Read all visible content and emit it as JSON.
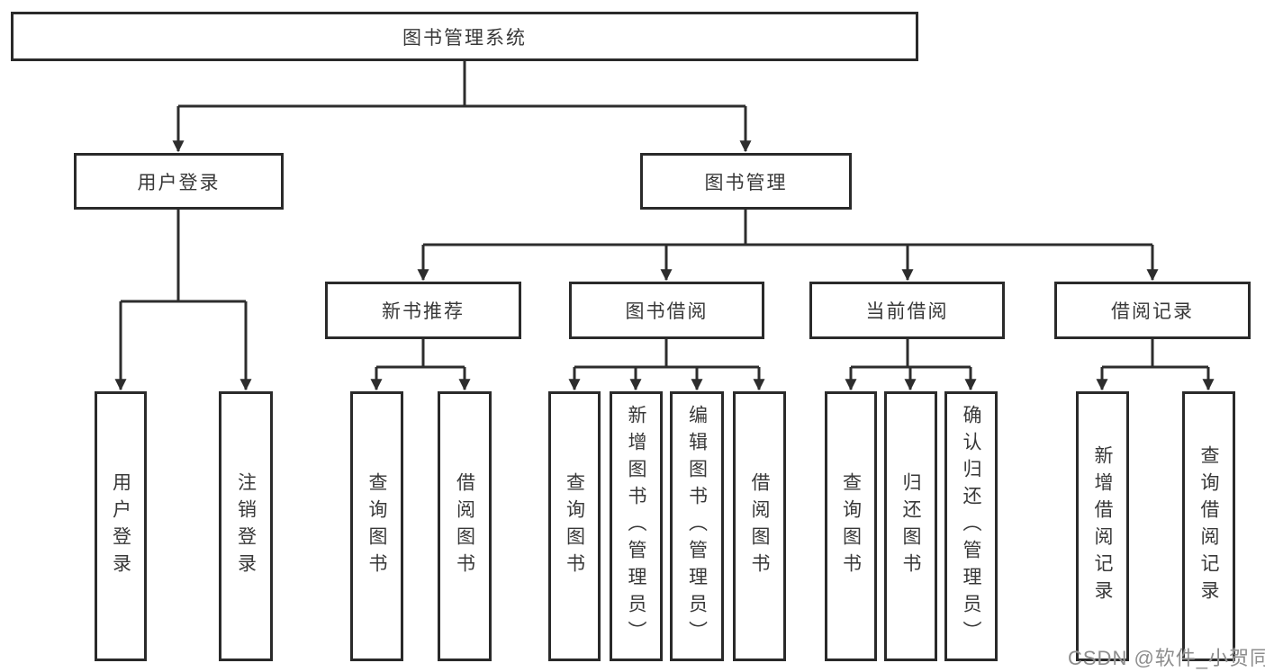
{
  "diagram": {
    "root": {
      "label": "图书管理系统"
    },
    "level2": [
      {
        "label": "用户登录",
        "children": [
          {
            "label": "用户登录"
          },
          {
            "label": "注销登录"
          }
        ]
      },
      {
        "label": "图书管理",
        "children": [
          {
            "label": "新书推荐",
            "children": [
              {
                "label": "查询图书"
              },
              {
                "label": "借阅图书"
              }
            ]
          },
          {
            "label": "图书借阅",
            "children": [
              {
                "label": "查询图书"
              },
              {
                "label": "新增图书（管理员）"
              },
              {
                "label": "编辑图书（管理员）"
              },
              {
                "label": "借阅图书"
              }
            ]
          },
          {
            "label": "当前借阅",
            "children": [
              {
                "label": "查询图书"
              },
              {
                "label": "归还图书"
              },
              {
                "label": "确认归还（管理员）"
              }
            ]
          },
          {
            "label": "借阅记录",
            "children": [
              {
                "label": "新增借阅记录"
              },
              {
                "label": "查询借阅记录"
              }
            ]
          }
        ]
      }
    ]
  },
  "watermark": {
    "text": "CSDN @软件_小贺同学"
  },
  "colors": {
    "background": "#ffffff",
    "line": "#2d2d2d",
    "box_border": "#2a2a2a",
    "text": "#383838",
    "watermark": "#8d8d8d"
  }
}
